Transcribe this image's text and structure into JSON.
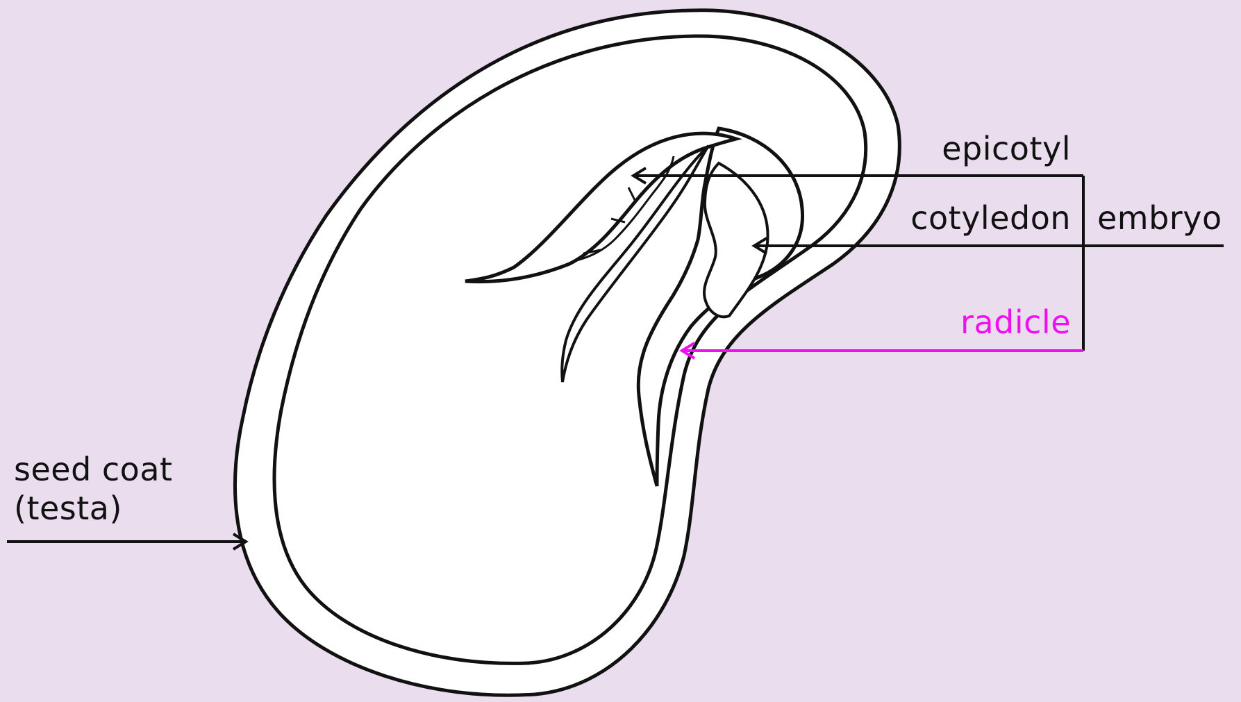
{
  "colors": {
    "background": "#e9ddee",
    "outline": "#111111",
    "fill": "#ffffff",
    "highlight": "#ee11ee"
  },
  "labels": {
    "epicotyl": "epicotyl",
    "cotyledon": "cotyledon",
    "embryo": "embryo",
    "radicle": "radicle",
    "seed_coat_line1": "seed coat",
    "seed_coat_line2": "(testa)"
  }
}
